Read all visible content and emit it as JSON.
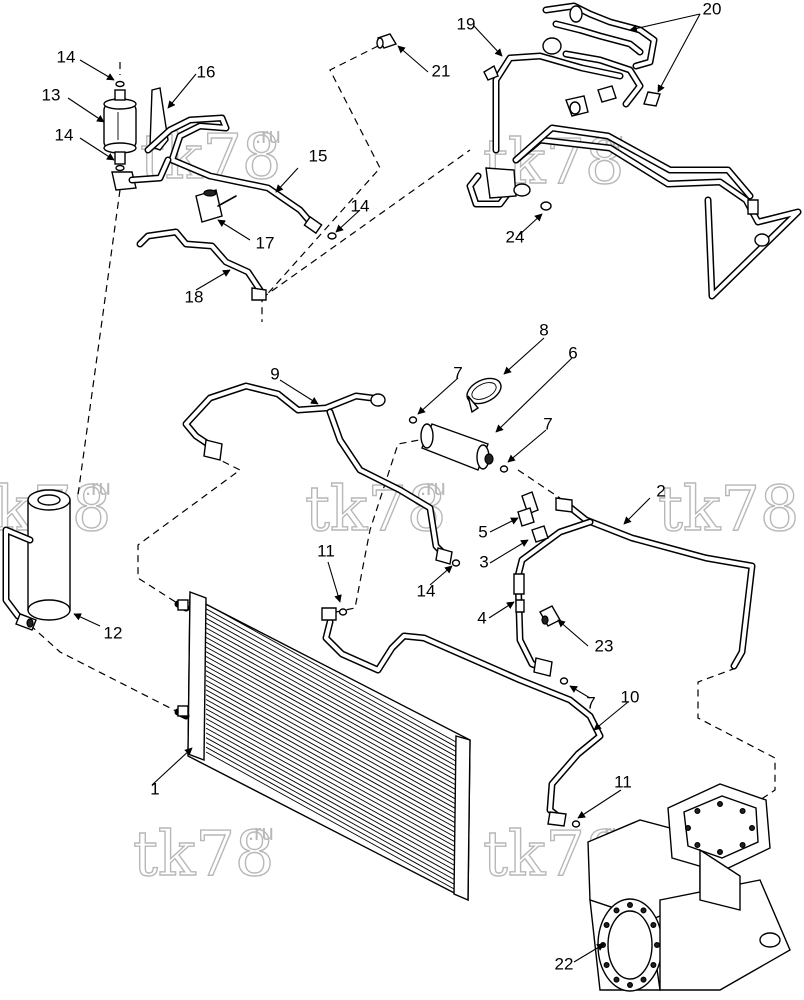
{
  "watermarks": [
    "tk78",
    "tk78",
    "tk78",
    "tk78",
    "tk78",
    "tk78",
    "tk78"
  ],
  "watermark_suffix": ".ru",
  "callouts": [
    {
      "id": "c1",
      "label": "1"
    },
    {
      "id": "c2",
      "label": "2"
    },
    {
      "id": "c3",
      "label": "3"
    },
    {
      "id": "c4",
      "label": "4"
    },
    {
      "id": "c5",
      "label": "5"
    },
    {
      "id": "c6",
      "label": "6"
    },
    {
      "id": "c7a",
      "label": "7"
    },
    {
      "id": "c7b",
      "label": "7"
    },
    {
      "id": "c7c",
      "label": "7"
    },
    {
      "id": "c8",
      "label": "8"
    },
    {
      "id": "c9",
      "label": "9"
    },
    {
      "id": "c10",
      "label": "10"
    },
    {
      "id": "c11a",
      "label": "11"
    },
    {
      "id": "c11b",
      "label": "11"
    },
    {
      "id": "c12",
      "label": "12"
    },
    {
      "id": "c13",
      "label": "13"
    },
    {
      "id": "c14a",
      "label": "14"
    },
    {
      "id": "c14b",
      "label": "14"
    },
    {
      "id": "c14c",
      "label": "14"
    },
    {
      "id": "c14d",
      "label": "14"
    },
    {
      "id": "c15",
      "label": "15"
    },
    {
      "id": "c16",
      "label": "16"
    },
    {
      "id": "c17",
      "label": "17"
    },
    {
      "id": "c18",
      "label": "18"
    },
    {
      "id": "c19",
      "label": "19"
    },
    {
      "id": "c20",
      "label": "20"
    },
    {
      "id": "c21",
      "label": "21"
    },
    {
      "id": "c22",
      "label": "22"
    },
    {
      "id": "c23",
      "label": "23"
    },
    {
      "id": "c24",
      "label": "24"
    }
  ]
}
